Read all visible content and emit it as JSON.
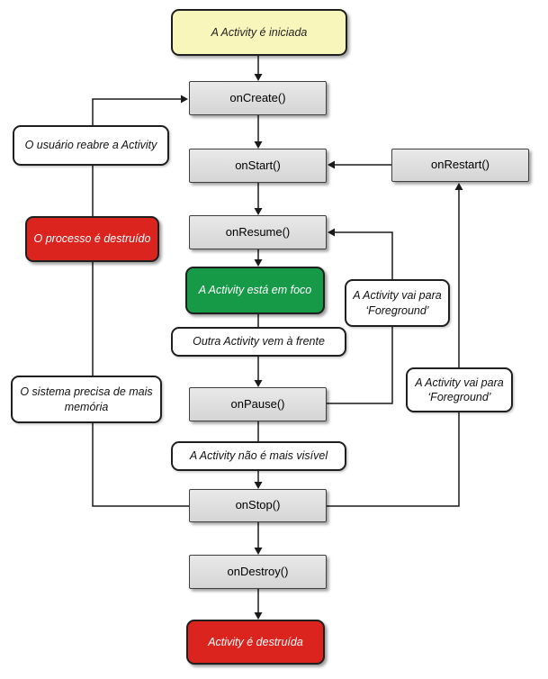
{
  "nodes": {
    "start": {
      "label": "A Activity é iniciada"
    },
    "on_create": {
      "label": "onCreate()"
    },
    "user_reopens": {
      "label": "O usuário reabre a Activity"
    },
    "on_start": {
      "label": "onStart()"
    },
    "on_restart": {
      "label": "onRestart()"
    },
    "process_destroyed": {
      "label": "O processo é destruído"
    },
    "on_resume": {
      "label": "onResume()"
    },
    "in_focus": {
      "label": "A Activity está em foco"
    },
    "foreground_to_resume": {
      "label": "A Activity vai para ‘Foreground’"
    },
    "another_activity_front": {
      "label": "Outra Activity vem à frente"
    },
    "system_needs_memory": {
      "label": "O sistema precisa de mais memória"
    },
    "on_pause": {
      "label": "onPause()"
    },
    "foreground_to_restart": {
      "label": "A Activity vai para ‘Foreground’"
    },
    "not_visible": {
      "label": "A Activity não é mais visível"
    },
    "on_stop": {
      "label": "onStop()"
    },
    "on_destroy": {
      "label": "onDestroy()"
    },
    "destroyed": {
      "label": "Activity é destruída"
    }
  },
  "colors": {
    "start_fill": "#f9f6bc",
    "callback_fill": "#dcdcdc",
    "focus_fill": "#169a47",
    "danger_fill": "#dc241f",
    "annotation_fill": "#ffffff",
    "line": "#1a1a1a"
  }
}
